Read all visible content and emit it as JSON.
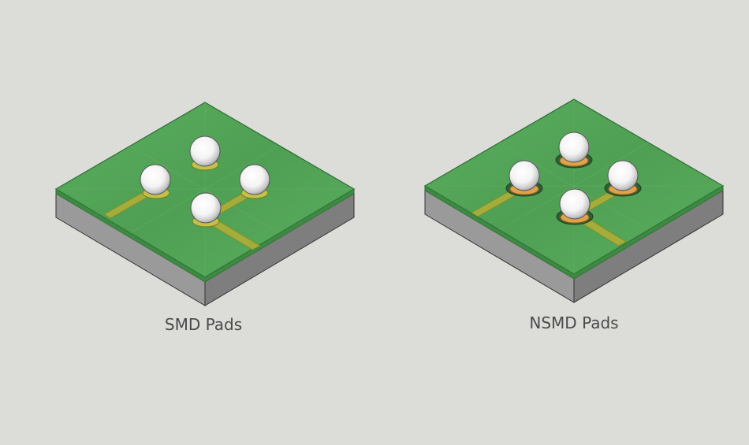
{
  "diagrams": [
    {
      "label": "SMD Pads",
      "pad_style": "solder-mask-defined",
      "pad_count": 4
    },
    {
      "label": "NSMD Pads",
      "pad_style": "non-solder-mask-defined",
      "pad_count": 4
    }
  ],
  "colors": {
    "background": "#dcdcd8",
    "board_top": "#55a85a",
    "board_edge_line": "#2f6e35",
    "substrate_left": "#9a9a9a",
    "substrate_right": "#7e7e7e",
    "trace": "#a4ad3a",
    "copper_pad": "#e0a24a",
    "solder_ball": "#ffffff",
    "caption_text": "#4a4a4a"
  }
}
